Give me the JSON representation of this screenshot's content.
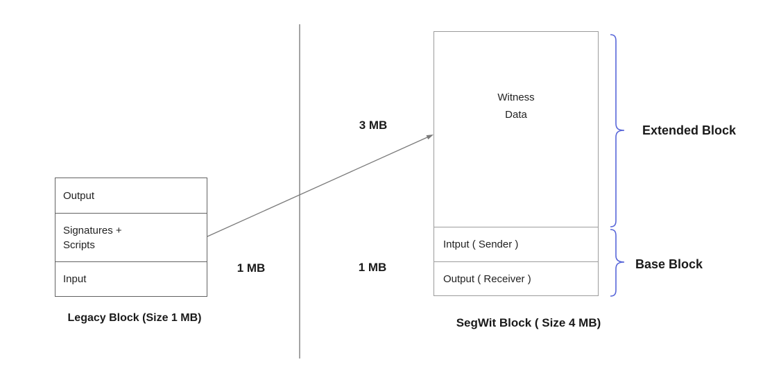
{
  "legacy": {
    "output": "Output",
    "signatures": "Signatures +\nScripts",
    "input": "Input",
    "caption": "Legacy Block (Size 1 MB)",
    "size_label": "1 MB"
  },
  "segwit": {
    "witness": "Witness\nData",
    "input": "Intput ( Sender )",
    "output": "Output ( Receiver )",
    "caption": "SegWit Block ( Size 4 MB)",
    "witness_size_label": "3 MB",
    "base_size_label": "1 MB"
  },
  "annotations": {
    "extended": "Extended Block",
    "base": "Base Block"
  },
  "colors": {
    "brace": "#5765d8",
    "arrow": "#7a7a7a",
    "legacy_border": "#616161",
    "segwit_border": "#9b9b9b",
    "divider": "#a3a3a3"
  }
}
